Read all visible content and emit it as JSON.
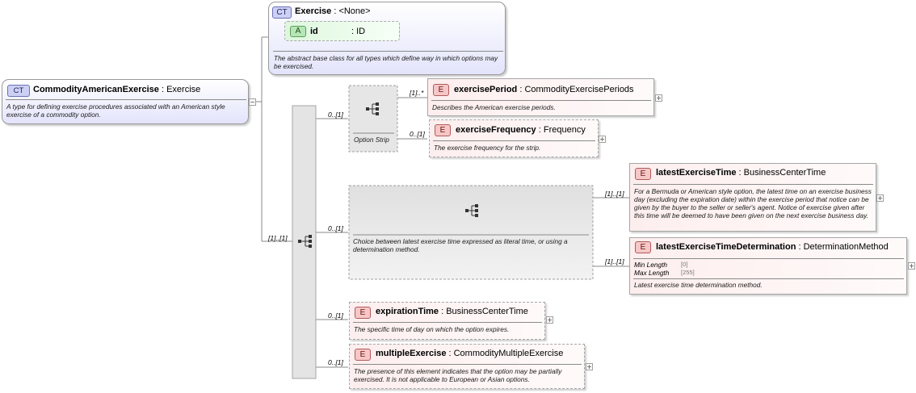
{
  "root": {
    "badge": "CT",
    "name": "CommodityAmericanExercise",
    "type": "Exercise",
    "doc": "A type for defining exercise procedures associated with an American style exercise of a commodity option."
  },
  "base": {
    "badge": "CT",
    "name": "Exercise",
    "type": "<None>",
    "doc": "The abstract base class for all types which define way in which options may be exercised.",
    "attribute": {
      "badge": "A",
      "name": "id",
      "type": "ID"
    }
  },
  "sequence_occurrence": "[1]..[1]",
  "option_strip": {
    "occurrence": "0..[1]",
    "label": "Option Strip"
  },
  "latest_choice": {
    "occurrence": "0..[1]",
    "doc": "Choice between latest exercise time expressed as literal time, or using a determination method."
  },
  "elements": {
    "exercisePeriod": {
      "badge": "E",
      "name": "exercisePeriod",
      "type": "CommodityExercisePeriods",
      "occurrence": "[1]..*",
      "doc": "Describes the American exercise periods."
    },
    "exerciseFrequency": {
      "badge": "E",
      "name": "exerciseFrequency",
      "type": "Frequency",
      "occurrence": "0..[1]",
      "doc": "The exercise frequency for the strip."
    },
    "latestExerciseTime": {
      "badge": "E",
      "name": "latestExerciseTime",
      "type": "BusinessCenterTime",
      "occurrence": "[1]..[1]",
      "doc": "For a Bermuda or American style option, the latest time on an exercise business day (excluding the expiration date) within the exercise period that notice can be given by the buyer to the seller or seller's agent. Notice of exercise given after this time will be deemed to have been given on the next exercise business day."
    },
    "latestExerciseTimeDetermination": {
      "badge": "E",
      "name": "latestExerciseTimeDetermination",
      "type": "DeterminationMethod",
      "occurrence": "[1]..[1]",
      "facets": [
        {
          "label": "Min Length",
          "value": "[0]"
        },
        {
          "label": "Max Length",
          "value": "[255]"
        }
      ],
      "doc": "Latest exercise time determination method."
    },
    "expirationTime": {
      "badge": "E",
      "name": "expirationTime",
      "type": "BusinessCenterTime",
      "occurrence": "0..[1]",
      "doc": "The specific time of day on which the option expires."
    },
    "multipleExercise": {
      "badge": "E",
      "name": "multipleExercise",
      "type": "CommodityMultipleExercise",
      "occurrence": "0..[1]",
      "doc": "The presence of this element indicates that the option may be partially exercised. It is not applicable to European or Asian options."
    }
  }
}
